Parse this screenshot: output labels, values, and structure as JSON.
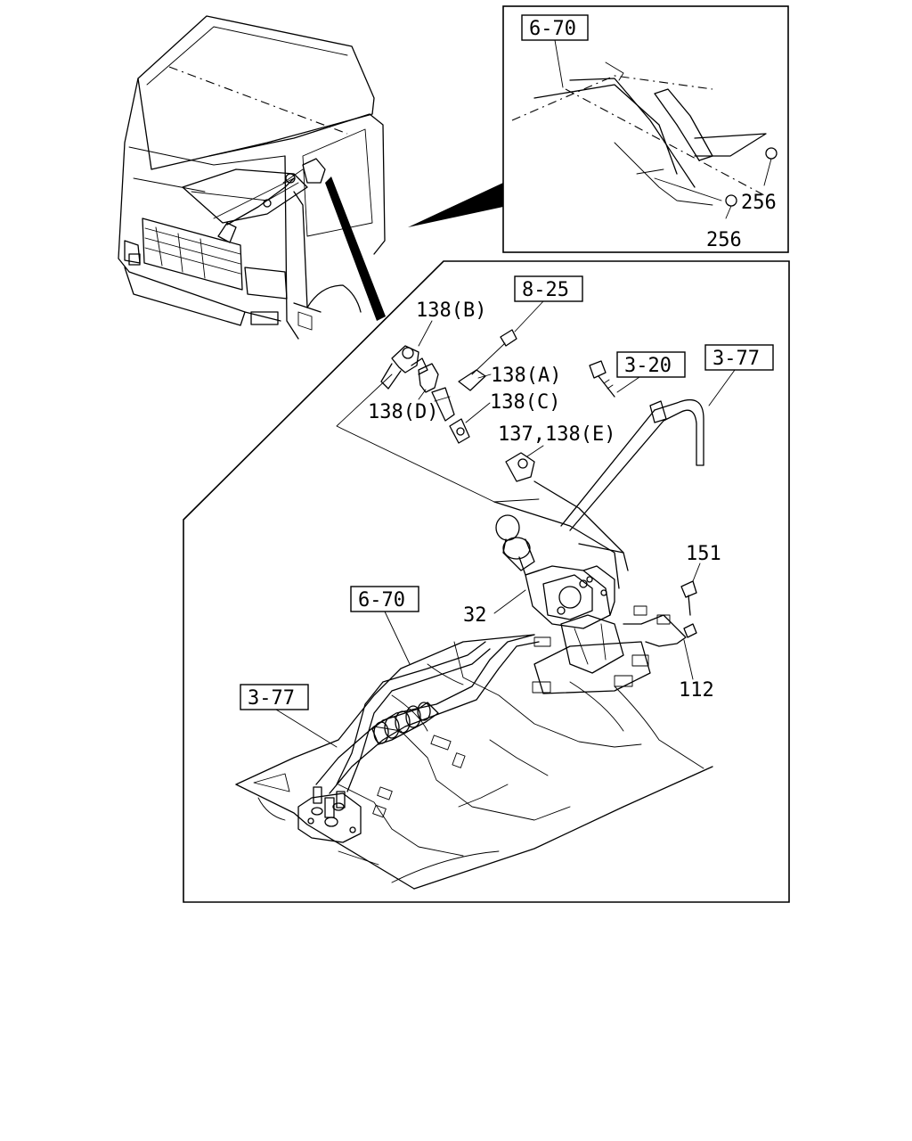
{
  "inset": {
    "ref_label": "6-70",
    "callouts": [
      "256",
      "256"
    ]
  },
  "main": {
    "ref_8_25": "8-25",
    "ref_3_20": "3-20",
    "ref_3_77_top": "3-77",
    "ref_6_70": "6-70",
    "ref_3_77_bottom": "3-77",
    "callout_138B": "138(B)",
    "callout_138A": "138(A)",
    "callout_138C": "138(C)",
    "callout_138D": "138(D)",
    "callout_137_138E": "137,138(E)",
    "callout_32": "32",
    "callout_151": "151",
    "callout_112": "112"
  }
}
